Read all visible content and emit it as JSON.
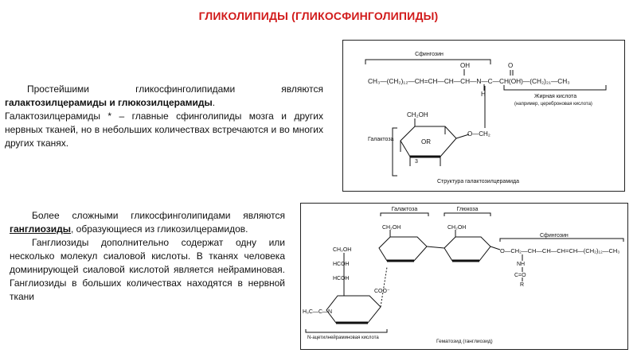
{
  "slide": {
    "title": "ГЛИКОЛИПИДЫ (ГЛИКОСФИНГОЛИПИДЫ)"
  },
  "paragraph1": {
    "lead": "Простейшими гликосфинголипидами являются ",
    "bold": "галактозилцерамиды и глюкозилцерамиды",
    "after_bold": ".",
    "rest": "Галактозилцерамиды * – главные сфинголипиды мозга и других нервных тканей, но в небольших количествах встречаются и во многих других тканях."
  },
  "paragraph2": {
    "lead": "Более сложными гликосфинголипидами являются ",
    "bold": "ганглиозиды",
    "after_bold": ", образующиеся из гликозилцерамидов.",
    "rest": "Ганглиозиды дополнительно содержат одну или несколько молекул сиаловой кислоты. В тканях человека доминирующей сиаловой кислотой является нейраминовая. Ганглиозиды в больших количествах находятся в нервной ткани"
  },
  "figure1": {
    "sphingosine_label": "Сфингозин",
    "chain": "CH₃—(CH₂)₁₂—CH=CH—CH—CH—N—C—CH(OH)—(CH₂)₂₁—CH₃",
    "oh": "OH",
    "h": "H",
    "o": "O",
    "fatty_acid_label": "Жирная кислота",
    "fatty_acid_note": "(например, цереброновая кислота)",
    "galactose_label": "Галактоза",
    "ring_ch2oh": "CH₂OH",
    "ring_or": "OR",
    "ring_ch2": "O—CH₂",
    "ring_num": "3",
    "caption": "Структура галактозилцерамида"
  },
  "figure2": {
    "galactose_label": "Галактоза",
    "glucose_label": "Глюкоза",
    "sphingosine_label": "Сфингозин",
    "sphingo_chain": "O—CH₂—CH—CH—CH=CH—(CH₂)₁₂—CH₃",
    "nh": "NH",
    "co": "C=O",
    "r": "R",
    "sialic_label": "N-ацетилнейраминовая кислота",
    "acetyl": "H₃C—C—N",
    "ch2oh": "CH₂OH",
    "hcoh": "HCOH",
    "coo": "COO⁻",
    "caption": "Гематозид (ганглиозид)"
  }
}
